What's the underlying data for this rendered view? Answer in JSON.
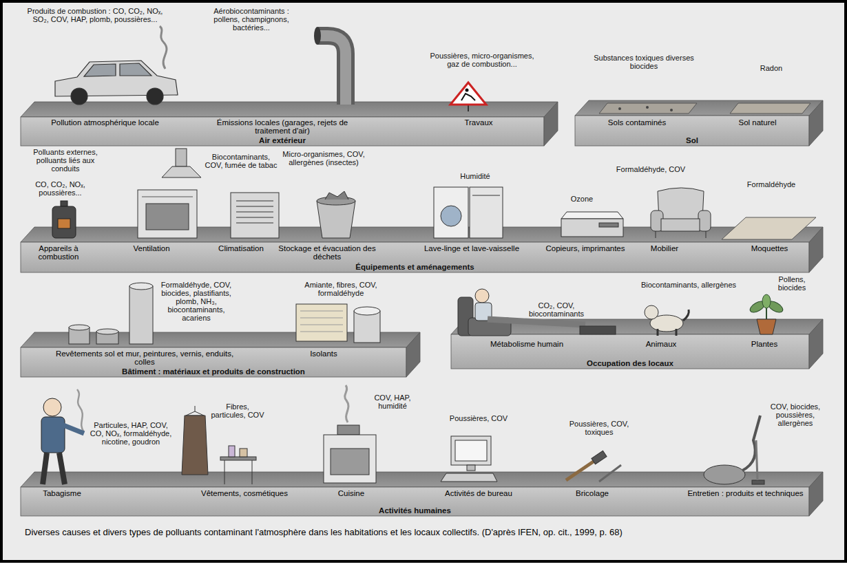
{
  "diagram": {
    "caption": "Diverses causes et divers types de polluants contaminant l'atmosphère dans les habitations et les locaux collectifs. (D'après IFEN, op. cit., 1999, p. 68)",
    "nodes": [
      {
        "text": [
          "Air extérieur"
        ]
      },
      {
        "text": [
          "Produits de combustion : CO, CO₂, NOₓ, SO₂, COV, HAP, plomb, poussières...",
          "Pollution atmosphérique locale"
        ],
        "in": 0
      },
      {
        "text": [
          "Aérobiocontaminants : pollens, champignons, bactéries...",
          "Émissions locales (garages, rejets de traitement d'air)"
        ],
        "in": 0
      },
      {
        "text": [
          "Poussières, micro-organismes, gaz de combustion...",
          "Travaux"
        ],
        "in": 0
      },
      {
        "text": [
          "Sol"
        ]
      },
      {
        "text": [
          "Substances toxiques diverses biocides",
          "Sols contaminés"
        ],
        "in": 4
      },
      {
        "text": [
          "Radon",
          "Sol naturel"
        ],
        "in": 4
      },
      {
        "text": [
          "Équipements et aménagements"
        ]
      },
      {
        "text": [
          "CO, CO₂, NOₓ, poussières...",
          "Appareils à combustion"
        ],
        "in": 7
      },
      {
        "text": [
          "Polluants externes, polluants liés aux conduits",
          "Ventilation"
        ],
        "in": 7
      },
      {
        "text": [
          "Biocontaminants, COV, fumée de tabac",
          "Climatisation"
        ],
        "in": 7
      },
      {
        "text": [
          "Micro-organismes, COV, allergènes (insectes)",
          "Stockage et évacuation des déchets"
        ],
        "in": 7
      },
      {
        "text": [
          "Humidité",
          "Lave-linge et lave-vaisselle"
        ],
        "in": 7
      },
      {
        "text": [
          "Ozone",
          "Copieurs, imprimantes"
        ],
        "in": 7
      },
      {
        "text": [
          "Formaldéhyde, COV",
          "Mobilier"
        ],
        "in": 7
      },
      {
        "text": [
          "Formaldéhyde",
          "Moquettes"
        ],
        "in": 7
      },
      {
        "text": [
          "Bâtiment : matériaux et produits de construction"
        ]
      },
      {
        "text": [
          "Formaldéhyde, COV, biocides, plastifiants, plomb, NH₃, biocontaminants, acariens",
          "Revêtements sol et mur, peintures, vernis, enduits, colles"
        ],
        "in": 16
      },
      {
        "text": [
          "Amiante, fibres, COV, formaldéhyde",
          "Isolants"
        ],
        "in": 16
      },
      {
        "text": [
          "Occupation des locaux"
        ]
      },
      {
        "text": [
          "CO₂, COV, biocontaminants",
          "Métabolisme humain"
        ],
        "in": 19
      },
      {
        "text": [
          "Biocontaminants, allergènes",
          "Animaux"
        ],
        "in": 19
      },
      {
        "text": [
          "Pollens, biocides",
          "Plantes"
        ],
        "in": 19
      },
      {
        "text": [
          "Activités humaines"
        ]
      },
      {
        "text": [
          "Particules, HAP, COV, CO, NOₓ, formaldéhyde, nicotine, goudron",
          "Tabagisme"
        ],
        "in": 23
      },
      {
        "text": [
          "Fibres, particules, COV",
          "Vêtements, cosmétiques"
        ],
        "in": 23
      },
      {
        "text": [
          "COV, HAP, humidité",
          "Cuisine"
        ],
        "in": 23
      },
      {
        "text": [
          "Poussières, COV",
          "Activités de bureau"
        ],
        "in": 23
      },
      {
        "text": [
          "Poussières, COV, toxiques",
          "Bricolage"
        ],
        "in": 23
      },
      {
        "text": [
          "COV, biocides, poussières, allergènes",
          "Entretien : produits et techniques"
        ],
        "in": 23
      }
    ]
  }
}
